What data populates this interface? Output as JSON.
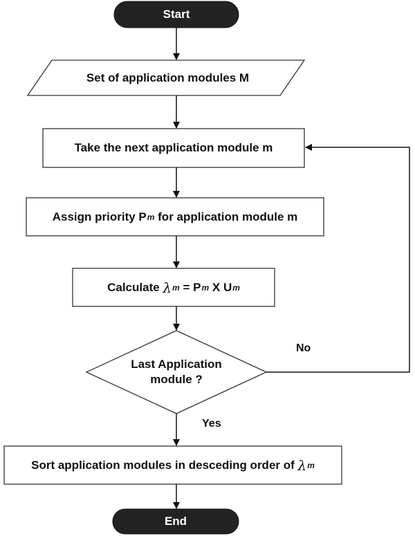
{
  "nodes": {
    "start": {
      "label": "Start"
    },
    "input": {
      "label": "Set of application modules M"
    },
    "next": {
      "label": "Take the next application module m"
    },
    "assign": {
      "pre": "Assign priority P",
      "sub": "m",
      "post": " for application module m"
    },
    "calc": {
      "pre": "Calculate ",
      "lambda": "λ",
      "sub1": "m",
      "mid": " = P",
      "sub2": "m",
      "mid2": " X U",
      "sub3": "m"
    },
    "decision": {
      "line1": "Last Application",
      "line2": "module ?"
    },
    "sort": {
      "pre": "Sort application modules in desceding order of ",
      "lambda": "λ",
      "sub": "m"
    },
    "end": {
      "label": "End"
    }
  },
  "edges": {
    "no": "No",
    "yes": "Yes"
  },
  "colors": {
    "terminal_fill": "#222222",
    "stroke": "#333333",
    "terminal_text": "#ffffff"
  }
}
